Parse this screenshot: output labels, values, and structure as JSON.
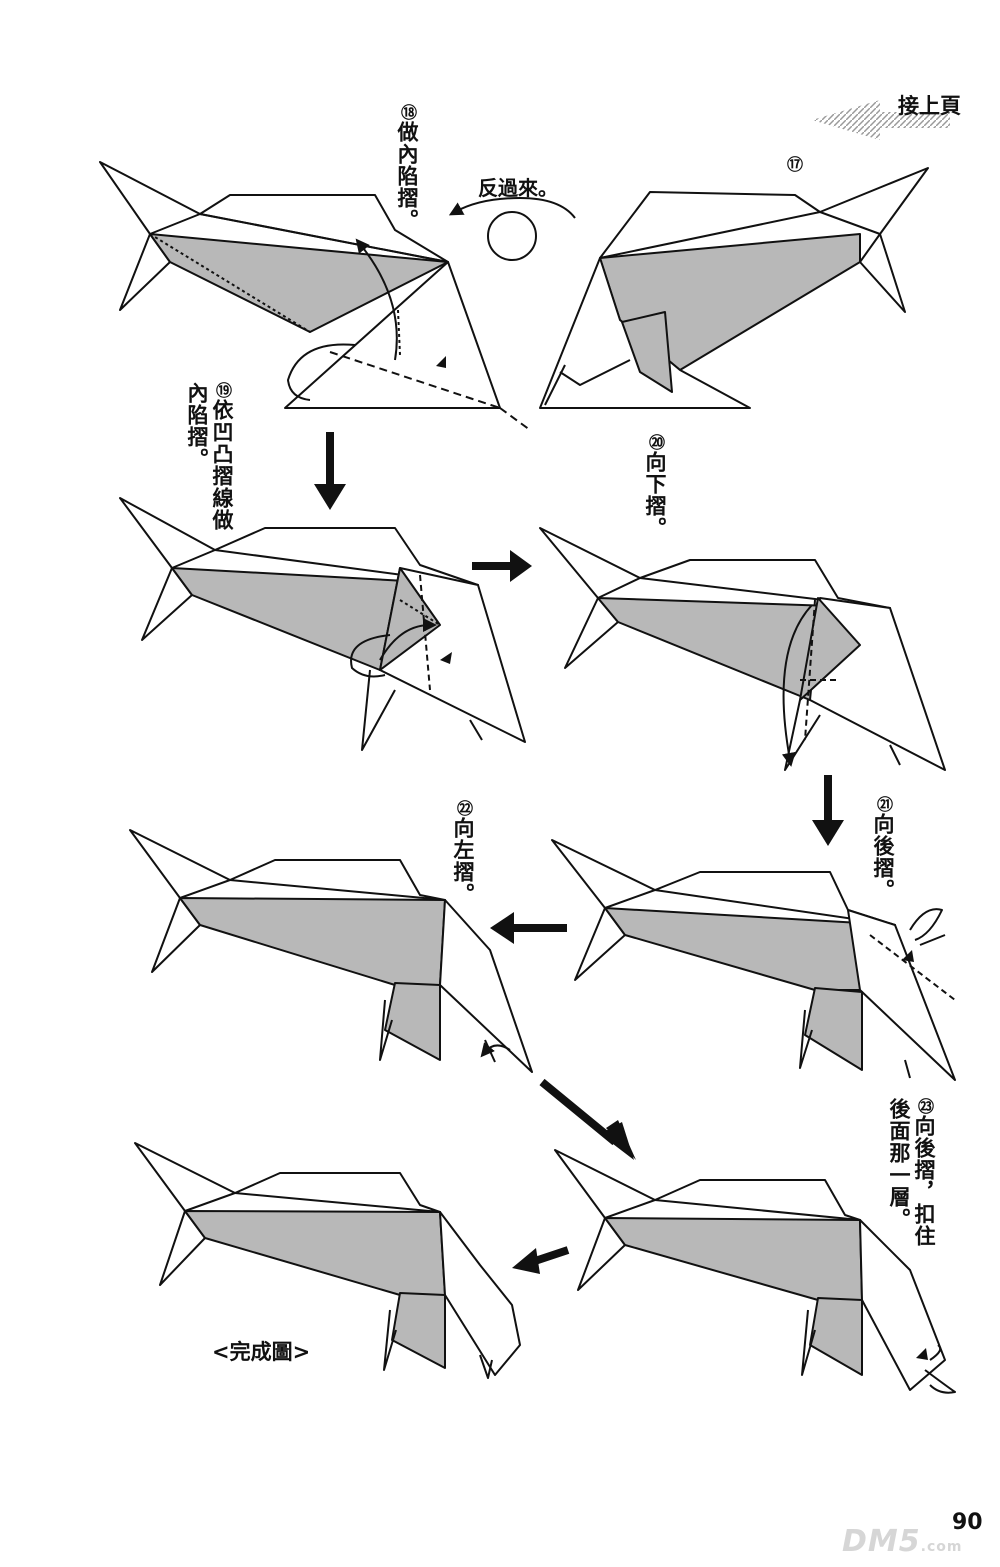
{
  "header": {
    "continue_label": "接上頁"
  },
  "steps": [
    {
      "num": "⑰",
      "text": ""
    },
    {
      "num": "⑱",
      "text": "做內陷摺。"
    },
    {
      "num": "⑲",
      "text": "依凹凸摺線做內陷摺。"
    },
    {
      "num": "⑳",
      "text": "向下摺。"
    },
    {
      "num": "㉑",
      "text": "向後摺。"
    },
    {
      "num": "㉒",
      "text": "向左摺。"
    },
    {
      "num": "㉓",
      "text": "向後摺，扣住後面那一層。"
    }
  ],
  "flip_label": "反過來。",
  "completed_label": "<完成圖>",
  "page_number": "90",
  "watermark": {
    "brand": "DM5",
    "suffix": ".com"
  },
  "colors": {
    "paper_gray": "#b8b8b8",
    "line": "#111111",
    "hatch": "#c9c9c9"
  }
}
